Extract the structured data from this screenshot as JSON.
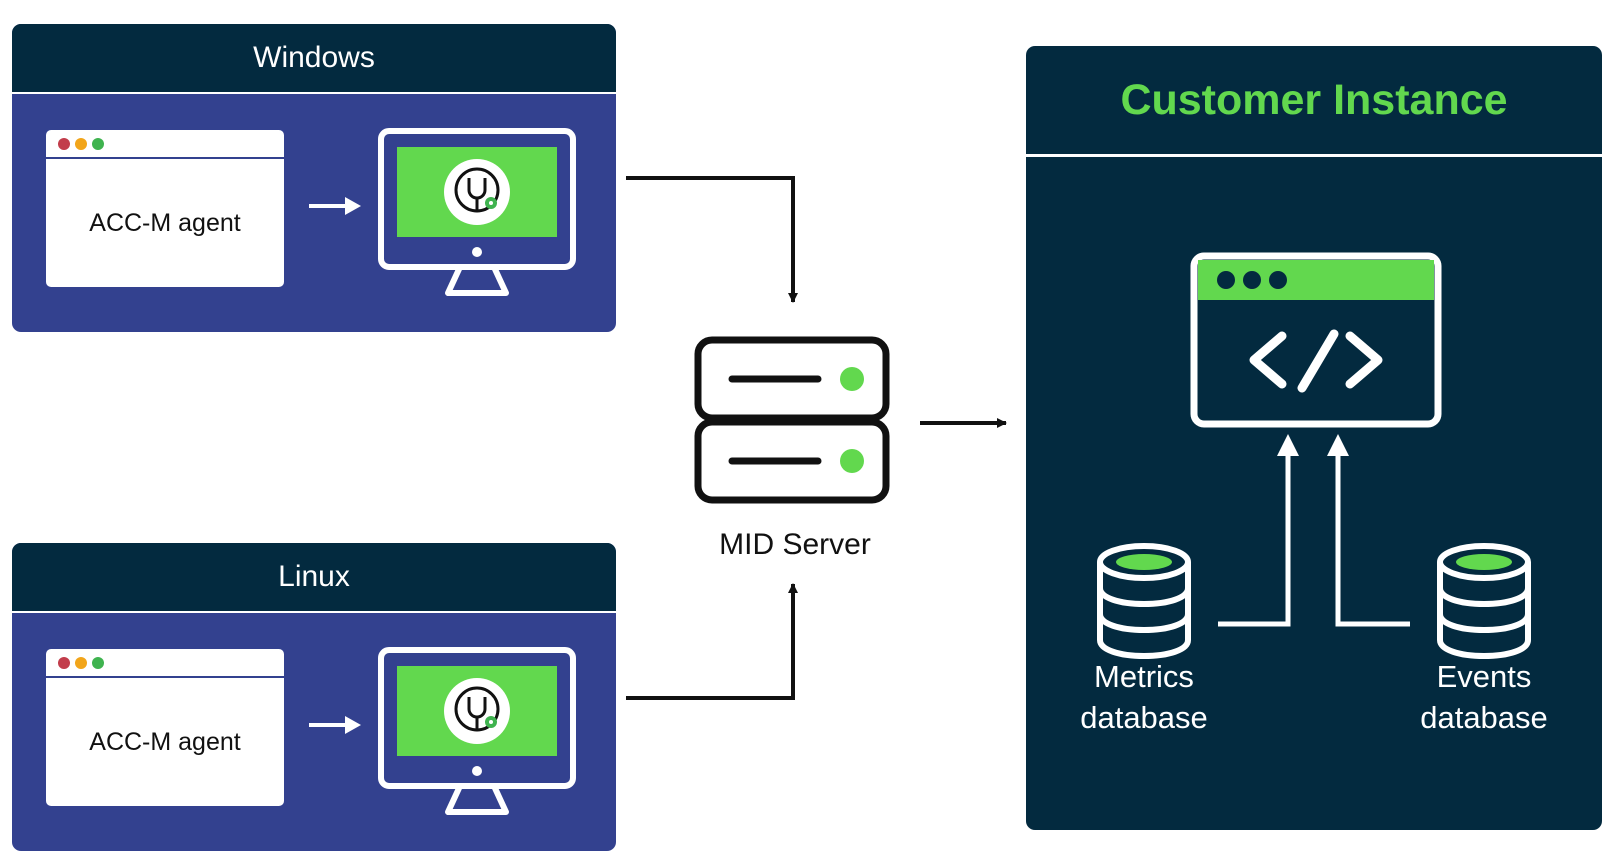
{
  "windows_panel": {
    "title": "Windows",
    "agent_label": "ACC-M agent"
  },
  "linux_panel": {
    "title": "Linux",
    "agent_label": "ACC-M agent"
  },
  "mid_server": {
    "label": "MID Server"
  },
  "customer_instance": {
    "title": "Customer Instance",
    "metrics_db": {
      "line1": "Metrics",
      "line2": "database"
    },
    "events_db": {
      "line1": "Events",
      "line2": "database"
    }
  },
  "icons": {
    "window_dots": [
      "red-dot",
      "orange-dot",
      "green-dot"
    ],
    "monitor": "monitor-icon",
    "wrench_gear": "wrench-gear-icon",
    "server": "server-icon",
    "code": "code-icon",
    "database": "database-icon"
  },
  "colors": {
    "dark_navy": "#032a3f",
    "panel_blue": "#33418f",
    "accent_green": "#62d84e",
    "dot_red": "#c23d4b",
    "dot_orange": "#f2a51a",
    "dot_green": "#3fb34f"
  }
}
